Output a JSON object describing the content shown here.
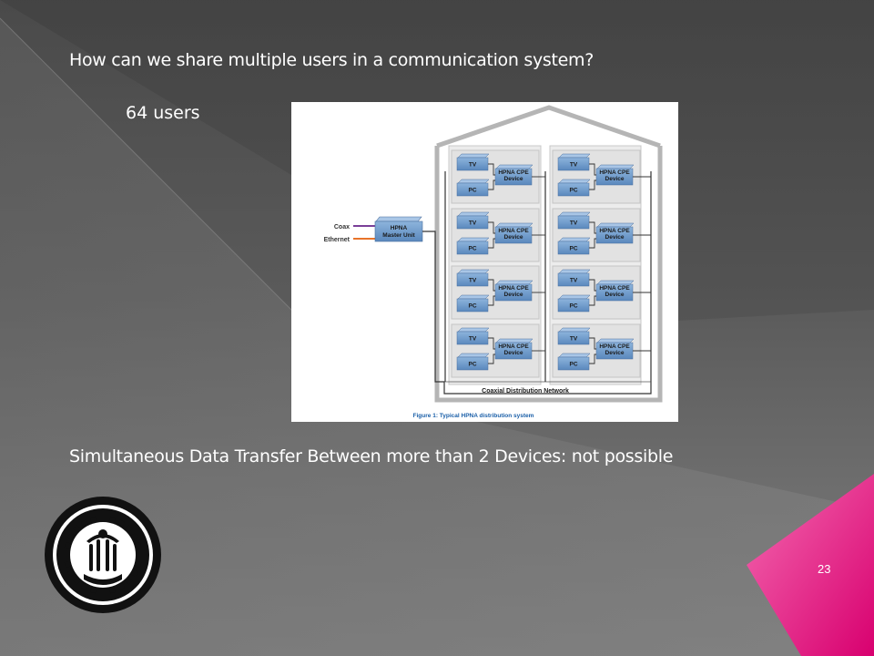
{
  "slide": {
    "question": "How can we share multiple users in a communication system?",
    "users": "64 users",
    "statement": "Simultaneous Data Transfer Between more than 2 Devices: not possible",
    "page_number": "23",
    "accent_color": "#ee1b85",
    "logo_icon": "university-emblem-icon"
  },
  "diagram": {
    "coax_label": "Coax",
    "ethernet_label": "Ethernet",
    "master_unit_line1": "HPNA",
    "master_unit_line2": "Master Unit",
    "tv_label": "TV",
    "pc_label": "PC",
    "cpe_line1": "HPNA CPE",
    "cpe_line2": "Device",
    "network_label": "Coaxial Distribution Network",
    "caption": "Figure 1: Typical HPNA distribution system",
    "coax_color": "#7a3f98",
    "ethernet_color": "#e8742a",
    "box_color": "#6f9ccb"
  }
}
